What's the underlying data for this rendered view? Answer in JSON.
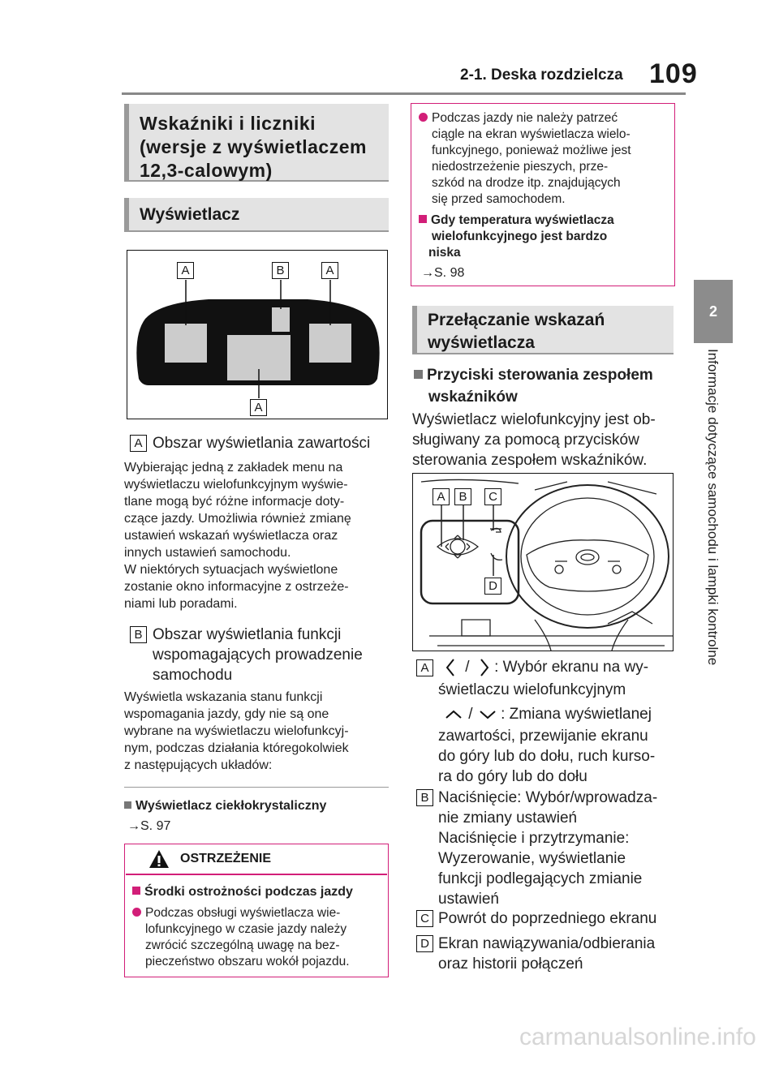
{
  "header": {
    "title": "2-1. Deska rozdzielcza",
    "page": "109"
  },
  "tab": {
    "number": "2",
    "side_text": "Informacje dotyczące samochodu i lampki kontrolne"
  },
  "sections": {
    "main_title_lines": [
      "Wskaźniki i liczniki",
      "(wersje z wyświetlaczem",
      "12,3-calowym)"
    ],
    "display": "Wyświetlacz",
    "switching_lines": [
      "Przełączanie wskazań",
      "wyświetlacza"
    ]
  },
  "figure1": {
    "labels": [
      "A",
      "B",
      "A",
      "A"
    ]
  },
  "left": {
    "itemA_letter": "A",
    "itemA_title": "Obszar wyświetlania zawartości",
    "itemA_desc": [
      "Wybierając jedną z zakładek menu na",
      "wyświetlaczu wielofunkcyjnym wyświe-",
      "tlane mogą być różne informacje doty-",
      "czące jazdy. Umożliwia również zmianę",
      "ustawień wskazań wyświetlacza oraz",
      "innych ustawień samochodu.",
      "W niektórych sytuacjach wyświetlone",
      "zostanie okno informacyjne z ostrzeże-",
      "niami lub poradami."
    ],
    "itemB_letter": "B",
    "itemB_title": [
      "Obszar wyświetlania funkcji",
      "wspomagających prowadzenie",
      "samochodu"
    ],
    "itemB_desc": [
      "Wyświetla wskazania stanu funkcji",
      "wspomagania jazdy, gdy nie są one",
      "wybrane na wyświetlaczu wielofunkcyj-",
      "nym, podczas działania któregokolwiek",
      "z następujących układów:"
    ],
    "lcd_heading": "Wyświetlacz ciekłokrystaliczny",
    "lcd_ref": "S. 97"
  },
  "warning": {
    "title": "OSTRZEŻENIE",
    "subheading": "Środki ostrożności podczas jazdy",
    "bullet": [
      "Podczas obsługi wyświetlacza wie-",
      "lofunkcyjnego w czasie jazdy należy",
      "zwrócić szczególną uwagę na bez-",
      "pieczeństwo obszaru wokół pojazdu."
    ]
  },
  "right_box": {
    "bullet": [
      "Podczas jazdy nie należy patrzeć",
      "ciągle na ekran wyświetlacza wielo-",
      "funkcyjnego, ponieważ możliwe jest",
      "niedostrzeżenie pieszych, prze-",
      "szkód na drodze itp. znajdujących",
      "się przed samochodem."
    ],
    "heading": [
      "Gdy temperatura wyświetlacza",
      "wielofunkcyjnego jest bardzo",
      "niska"
    ],
    "ref": "S. 98"
  },
  "right": {
    "buttons_heading": [
      "Przyciski sterowania zespołem",
      "wskaźników"
    ],
    "intro": [
      "Wyświetlacz wielofunkcyjny jest ob-",
      "sługiwany za pomocą przycisków",
      "sterowania zespołem wskaźników."
    ],
    "figure2_labels": [
      "A",
      "B",
      "C",
      "D"
    ],
    "items": {
      "a_letter": "A",
      "a_line1_sep": "/",
      "a_line1_text": ": Wybór ekranu na wy-",
      "a_line2": "świetlaczu wielofunkcyjnym",
      "a_line3_sep": "/",
      "a_line3_text": ": Zmiana wyświetlanej",
      "a_rest": [
        "zawartości, przewijanie ekranu",
        "do góry lub do dołu, ruch kurso-",
        "ra do góry lub do dołu"
      ],
      "b_letter": "B",
      "b_lines": [
        "Naciśnięcie: Wybór/wprowadza-",
        "nie zmiany ustawień",
        "Naciśnięcie i przytrzymanie:",
        "Wyzerowanie, wyświetlanie",
        "funkcji podlegających zmianie",
        "ustawień"
      ],
      "c_letter": "C",
      "c_line": "Powrót do poprzedniego ekranu",
      "d_letter": "D",
      "d_lines": [
        "Ekran nawiązywania/odbierania",
        "oraz historii połączeń"
      ]
    }
  },
  "footer": {
    "watermark": "carmanualsonline.info"
  }
}
